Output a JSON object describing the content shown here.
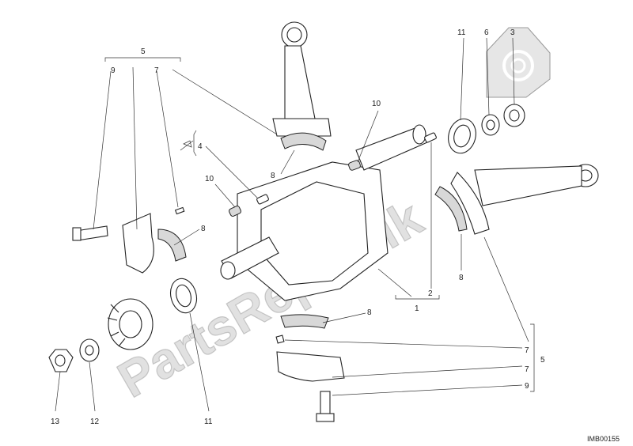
{
  "diagram_code": "IMB00155",
  "watermark": "PartsRepublik",
  "callouts": {
    "n1": "1",
    "n2": "2",
    "n3": "3",
    "n4": "4",
    "n5_top": "5",
    "n5_right": "5",
    "n6": "6",
    "n7_top": "7",
    "n7_right": "7",
    "n7_lower": "7",
    "n8_left": "8",
    "n8_mid": "8",
    "n8_right": "8",
    "n8_bottom": "8",
    "n9_top": "9",
    "n9_right": "9",
    "n10_left": "10",
    "n10_right": "10",
    "n11_top": "11",
    "n11_bottom": "11",
    "n12": "12",
    "n13": "13"
  },
  "icons": {
    "watermark_gear": "gear-icon",
    "fastener_symbol": "bolt-symbol-icon"
  },
  "colors": {
    "line": "#222222",
    "watermark": "#c9c9c9",
    "shade": "#d8d8d8"
  }
}
